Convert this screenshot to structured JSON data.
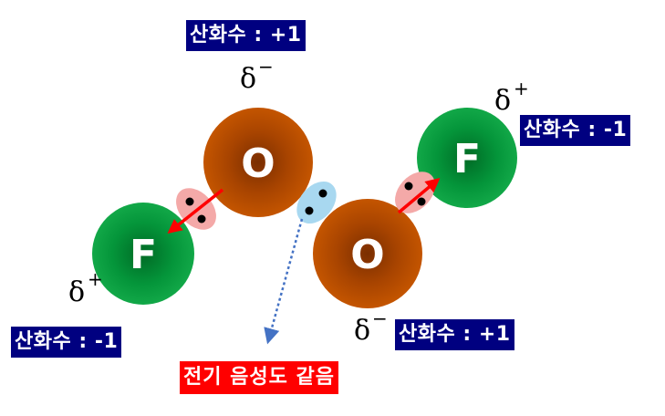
{
  "atoms": {
    "o1": {
      "symbol": "O",
      "partial_charge": "δ",
      "sign": "−",
      "oxidation": "산화수 : +1"
    },
    "o2": {
      "symbol": "O",
      "partial_charge": "δ",
      "sign": "−",
      "oxidation": "산화수 : +1"
    },
    "f1": {
      "symbol": "F",
      "partial_charge": "δ",
      "sign": "+",
      "oxidation": "산화수 : -1"
    },
    "f2": {
      "symbol": "F",
      "partial_charge": "δ",
      "sign": "+",
      "oxidation": "산화수 : -1"
    }
  },
  "note": "전기 음성도 같음",
  "colors": {
    "oxygen": "#b94a00",
    "fluorine": "#0a9a3c",
    "polar_pair": "#f4a9a8",
    "nonpolar_pair": "#a8d8f0",
    "arrow": "#ff0000",
    "dotted_arrow": "#4472c4",
    "label_bg": "#000080",
    "note_bg": "#ff0000"
  }
}
